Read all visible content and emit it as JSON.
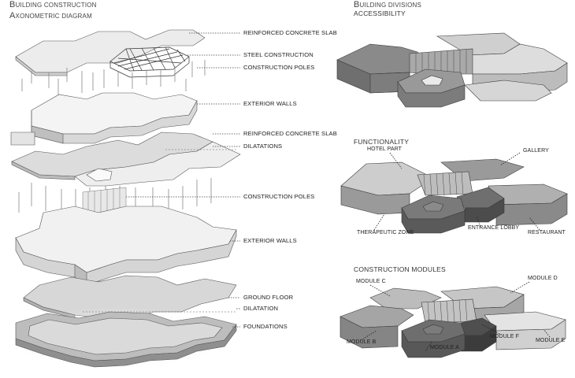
{
  "left_panel": {
    "title_line1_initial": "B",
    "title_line1_rest": "UILDING CONSTRUCTION",
    "title_line2_initial": "A",
    "title_line2_rest": "XONOMETRIC DIAGRAM",
    "layers": [
      {
        "label": "REINFORCED CONCRETE SLAB"
      },
      {
        "label": "STEEL CONSTRUCTION"
      },
      {
        "label": "CONSTRUCTION POLES"
      },
      {
        "label": "EXTERIOR WALLS"
      },
      {
        "label": "REINFORCED CONCRETE SLAB"
      },
      {
        "label": "DILATATIONS"
      },
      {
        "label": "CONSTRUCTION POLES"
      },
      {
        "label": "EXTERIOR WALLS"
      },
      {
        "label": "GROUND FLOOR"
      },
      {
        "label": "DILATATION"
      },
      {
        "label": "FOUNDATIONS"
      }
    ]
  },
  "right_panel": {
    "title_initial": "B",
    "title_rest": "UILDING DIVISIONS",
    "sections": {
      "accessibility": {
        "heading": "ACCESSIBILITY"
      },
      "functionality": {
        "heading": "FUNCTIONALITY",
        "labels": {
          "hotel": "HOTEL PART",
          "gallery": "GALLERY",
          "therapeutic": "THERAPEUTIC ZONE",
          "lobby": "ENTRANCE LOBBY",
          "restaurant": "RESTAURANT"
        }
      },
      "modules": {
        "heading": "CONSTRUCTION MODULES",
        "labels": {
          "c": "MODULE C",
          "d": "MODULE D",
          "b": "MODULE B",
          "a": "MODULE A",
          "f": "MODULE F",
          "e": "MODULE E"
        }
      }
    }
  },
  "colors": {
    "light": "#e6e6e6",
    "mid": "#b5b5b5",
    "dark": "#7a7a7a",
    "darker": "#555555",
    "edge": "#3a3a3a"
  }
}
